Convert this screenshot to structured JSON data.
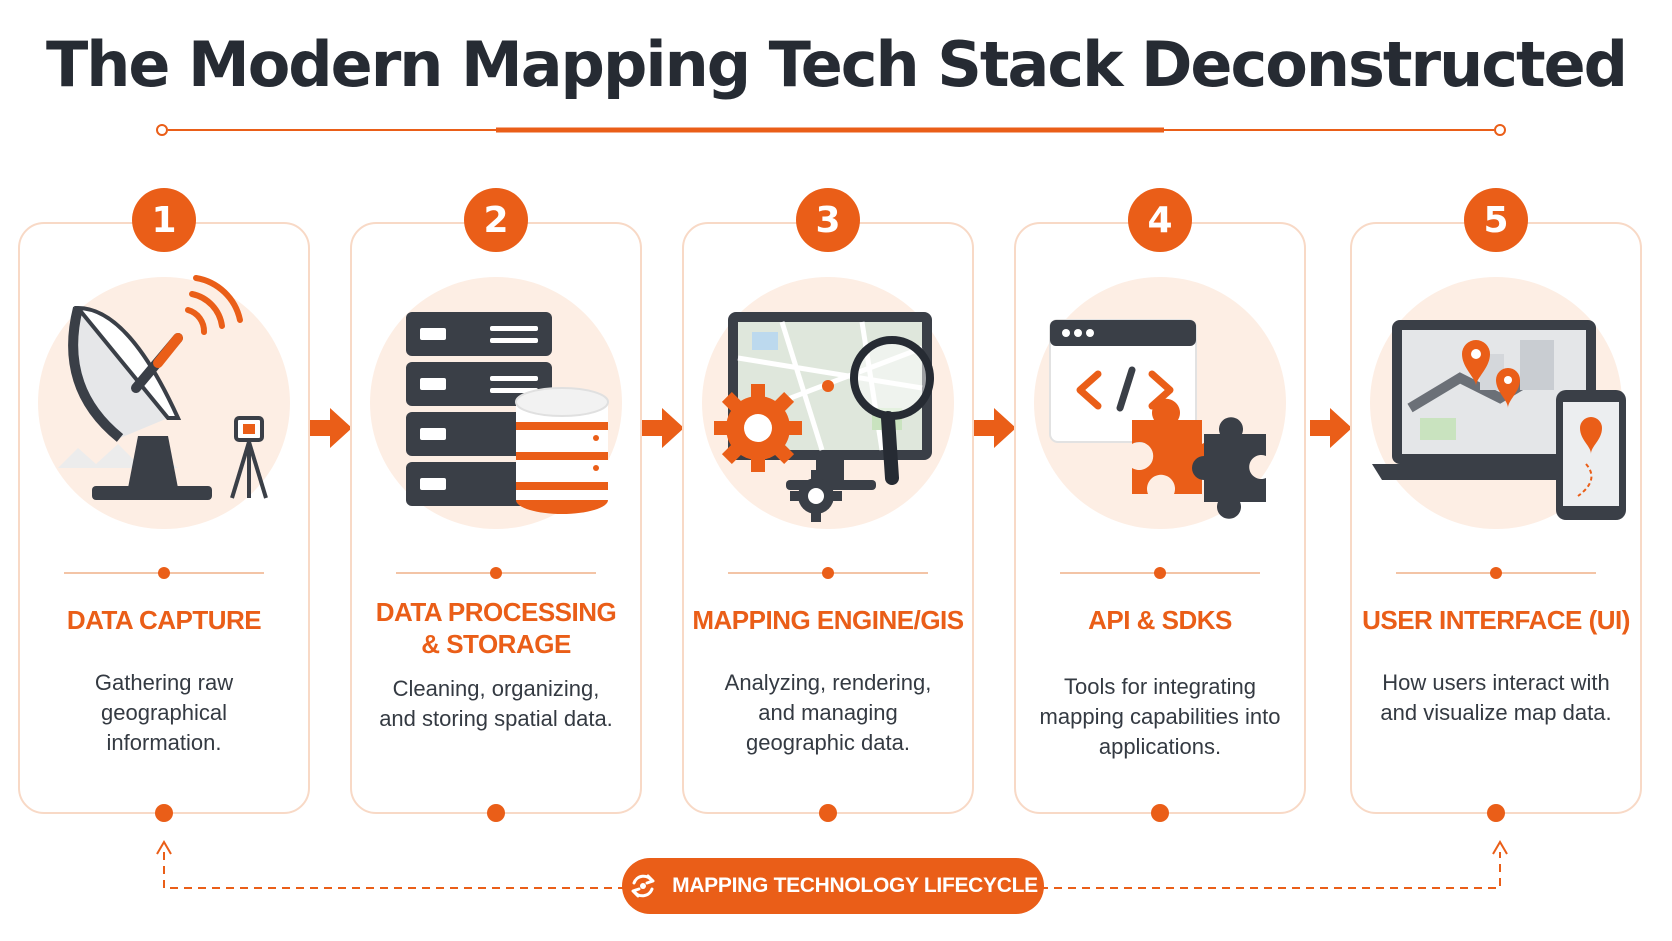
{
  "title": "The Modern Mapping Tech Stack Deconstructed",
  "stages": [
    {
      "number": "1",
      "title": "DATA CAPTURE",
      "description": "Gathering raw geographical information.",
      "icon": "satellite-dish-icon"
    },
    {
      "number": "2",
      "title": "DATA PROCESSING\n& STORAGE",
      "description": "Cleaning, organizing, and storing spatial data.",
      "icon": "server-database-icon"
    },
    {
      "number": "3",
      "title": "MAPPING ENGINE/GIS",
      "description": "Analyzing, rendering, and managing geographic data.",
      "icon": "monitor-map-magnifier-icon"
    },
    {
      "number": "4",
      "title": "API & SDKS",
      "description": "Tools for integrating mapping capabilities into applications.",
      "icon": "code-window-puzzle-icon"
    },
    {
      "number": "5",
      "title": "USER INTERFACE (UI)",
      "description": "How users interact with and visualize map data.",
      "icon": "laptop-phone-map-icon"
    }
  ],
  "lifecycle_label": "MAPPING TECHNOLOGY LIFECYCLE",
  "colors": {
    "accent": "#ea5e18",
    "dark": "#3a3f47",
    "card_border": "#f8d9c6",
    "halo": "#fdeee4"
  }
}
